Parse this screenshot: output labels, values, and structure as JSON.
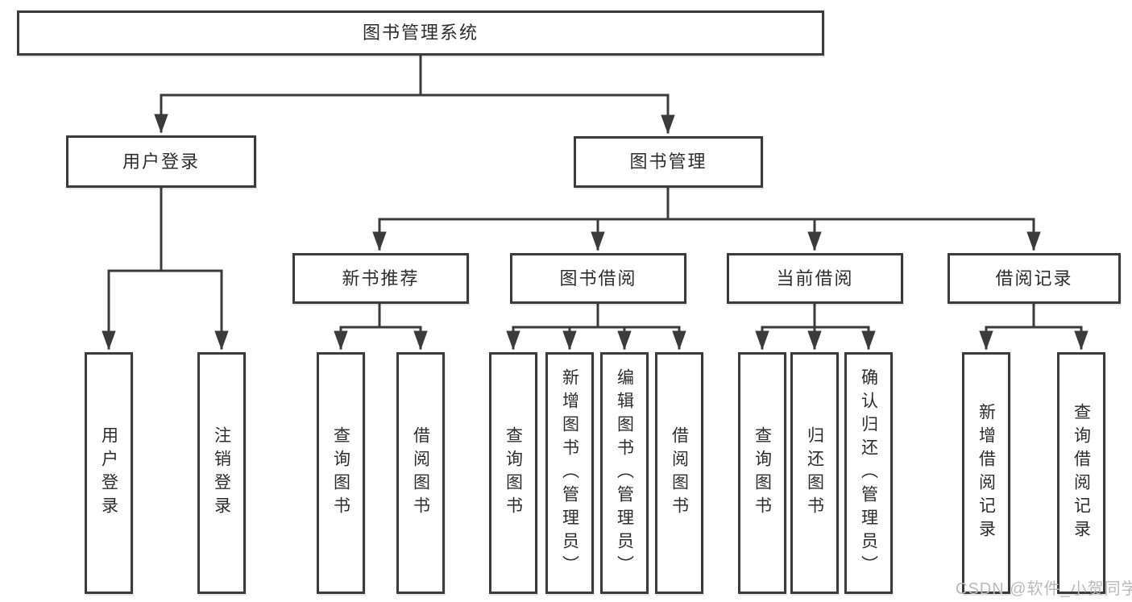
{
  "diagram": {
    "type": "hierarchy",
    "nodes": {
      "root": {
        "label": "图书管理系统"
      },
      "user_login": {
        "label": "用户登录"
      },
      "book_mgmt": {
        "label": "图书管理"
      },
      "new_book_rec": {
        "label": "新书推荐"
      },
      "book_borrow": {
        "label": "图书借阅"
      },
      "current_borrow": {
        "label": "当前借阅"
      },
      "borrow_record": {
        "label": "借阅记录"
      },
      "leaf_user_login": {
        "label": "用户登录"
      },
      "leaf_logout": {
        "label": "注销登录"
      },
      "leaf_query_book_rec": {
        "label": "查询图书"
      },
      "leaf_borrow_book_rec": {
        "label": "借阅图书"
      },
      "leaf_query_book_bor": {
        "label": "查询图书"
      },
      "leaf_add_book": {
        "label": "新增图书（管理员）"
      },
      "leaf_edit_book": {
        "label": "编辑图书（管理员）"
      },
      "leaf_borrow_book_bor": {
        "label": "借阅图书"
      },
      "leaf_query_book_cur": {
        "label": "查询图书"
      },
      "leaf_return_book": {
        "label": "归还图书"
      },
      "leaf_confirm_return": {
        "label": "确认归还（管理员）"
      },
      "leaf_add_record": {
        "label": "新增借阅记录"
      },
      "leaf_query_record": {
        "label": "查询借阅记录"
      }
    },
    "edges": [
      [
        "root",
        "user_login"
      ],
      [
        "root",
        "book_mgmt"
      ],
      [
        "user_login",
        "leaf_user_login"
      ],
      [
        "user_login",
        "leaf_logout"
      ],
      [
        "book_mgmt",
        "new_book_rec"
      ],
      [
        "book_mgmt",
        "book_borrow"
      ],
      [
        "book_mgmt",
        "current_borrow"
      ],
      [
        "book_mgmt",
        "borrow_record"
      ],
      [
        "new_book_rec",
        "leaf_query_book_rec"
      ],
      [
        "new_book_rec",
        "leaf_borrow_book_rec"
      ],
      [
        "book_borrow",
        "leaf_query_book_bor"
      ],
      [
        "book_borrow",
        "leaf_add_book"
      ],
      [
        "book_borrow",
        "leaf_edit_book"
      ],
      [
        "book_borrow",
        "leaf_borrow_book_bor"
      ],
      [
        "current_borrow",
        "leaf_query_book_cur"
      ],
      [
        "current_borrow",
        "leaf_return_book"
      ],
      [
        "current_borrow",
        "leaf_confirm_return"
      ],
      [
        "borrow_record",
        "leaf_add_record"
      ],
      [
        "borrow_record",
        "leaf_query_record"
      ]
    ],
    "colors": {
      "line": "#3b3b3b",
      "box_border": "#3b3b3b",
      "box_fill": "#ffffff",
      "text": "#2d2d2d",
      "background": "#ffffff",
      "watermark": "#b9b9b9"
    }
  },
  "watermark": {
    "text": "CSDN @软件_小贺同学"
  }
}
